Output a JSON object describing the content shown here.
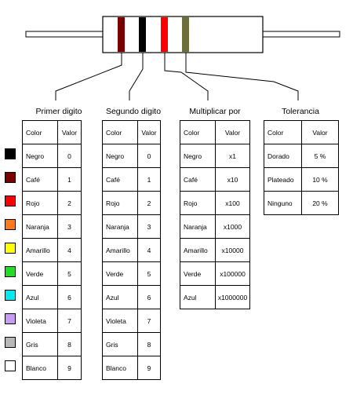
{
  "columns": [
    {
      "title": "Primer digito"
    },
    {
      "title": "Segundo digito"
    },
    {
      "title": "Multiplicar por"
    },
    {
      "title": "Tolerancia"
    }
  ],
  "table_header": {
    "color": "Color",
    "valor": "Valor"
  },
  "digits": [
    {
      "color": "Negro",
      "value": "0",
      "swatch": "#000000"
    },
    {
      "color": "Café",
      "value": "1",
      "swatch": "#7a0000"
    },
    {
      "color": "Rojo",
      "value": "2",
      "swatch": "#ff0000"
    },
    {
      "color": "Naranja",
      "value": "3",
      "swatch": "#ff7a1a"
    },
    {
      "color": "Amarillo",
      "value": "4",
      "swatch": "#ffff00"
    },
    {
      "color": "Verde",
      "value": "5",
      "swatch": "#22dd22"
    },
    {
      "color": "Azul",
      "value": "6",
      "swatch": "#00e8f0"
    },
    {
      "color": "Violeta",
      "value": "7",
      "swatch": "#c89cf0"
    },
    {
      "color": "Gris",
      "value": "8",
      "swatch": "#b8b8b8"
    },
    {
      "color": "Blanco",
      "value": "9",
      "swatch": "#ffffff"
    }
  ],
  "multipliers": [
    {
      "color": "Negro",
      "value": "x1"
    },
    {
      "color": "Café",
      "value": "x10"
    },
    {
      "color": "Rojo",
      "value": "x100"
    },
    {
      "color": "Naranja",
      "value": "x1000"
    },
    {
      "color": "Amarillo",
      "value": "x10000"
    },
    {
      "color": "Verde",
      "value": "x100000"
    },
    {
      "color": "Azul",
      "value": "x1000000"
    }
  ],
  "tolerance": [
    {
      "color": "Dorado",
      "value": "5 %"
    },
    {
      "color": "Plateado",
      "value": "10 %"
    },
    {
      "color": "Ninguno",
      "value": "20 %"
    }
  ],
  "resistor": {
    "band_colors": [
      "#7a0000",
      "#000000",
      "#ff0000",
      "#6e6e3a"
    ],
    "body_color": "#ffffff",
    "outline_color": "#000000"
  }
}
